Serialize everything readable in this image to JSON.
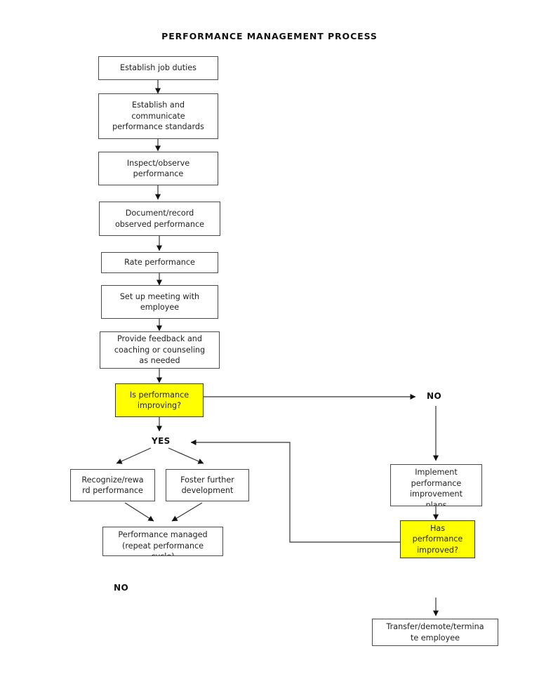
{
  "diagram": {
    "title": "PERFORMANCE MANAGEMENT PROCESS",
    "type": "flowchart",
    "colors": {
      "decision_fill": "#FFFF00",
      "process_fill": "#FFFFFF",
      "border": "#4A4A4A",
      "text": "#222222",
      "connector": "#333333"
    },
    "nodes": [
      {
        "id": "n1",
        "label": "Establish job duties",
        "shape": "process"
      },
      {
        "id": "n2",
        "label": "Establish and\ncommunicate\nperformance standards",
        "shape": "process"
      },
      {
        "id": "n3",
        "label": "Inspect/observe\nperformance",
        "shape": "process"
      },
      {
        "id": "n4",
        "label": "Document/record\nobserved performance",
        "shape": "process"
      },
      {
        "id": "n5",
        "label": "Rate performance",
        "shape": "process"
      },
      {
        "id": "n6",
        "label": "Set up meeting with\nemployee",
        "shape": "process"
      },
      {
        "id": "n7",
        "label": "Provide feedback and\ncoaching or counseling\nas needed",
        "shape": "process"
      },
      {
        "id": "n8",
        "label": "Is performance\nimproving?",
        "shape": "decision"
      },
      {
        "id": "n9",
        "label": "Recognize/rewa\nrd performance",
        "shape": "process"
      },
      {
        "id": "n10",
        "label": "Foster further\ndevelopment",
        "shape": "process"
      },
      {
        "id": "n11",
        "label": "Performance managed\n(repeat performance\ncycle)",
        "shape": "process"
      },
      {
        "id": "n12",
        "label": "Implement\nperformance\nimprovement\nplans",
        "shape": "process"
      },
      {
        "id": "n13",
        "label": "Has\nperformance\nimproved?",
        "shape": "decision"
      },
      {
        "id": "n14",
        "label": "Transfer/demote/termina\nte employee",
        "shape": "process"
      }
    ],
    "branch_labels": [
      {
        "id": "b1",
        "label": "NO",
        "at": "right-of-is-performance-improving"
      },
      {
        "id": "b2",
        "label": "YES",
        "at": "below-is-performance-improving"
      },
      {
        "id": "b3",
        "label": "NO",
        "at": "lower-left-area"
      }
    ],
    "edges": [
      {
        "from": "n1",
        "to": "n2",
        "label": ""
      },
      {
        "from": "n2",
        "to": "n3",
        "label": ""
      },
      {
        "from": "n3",
        "to": "n4",
        "label": ""
      },
      {
        "from": "n4",
        "to": "n5",
        "label": ""
      },
      {
        "from": "n5",
        "to": "n6",
        "label": ""
      },
      {
        "from": "n6",
        "to": "n7",
        "label": ""
      },
      {
        "from": "n7",
        "to": "n8",
        "label": ""
      },
      {
        "from": "n8",
        "to": "b1",
        "label": "NO"
      },
      {
        "from": "n8",
        "to": "b2",
        "label": "YES"
      },
      {
        "from": "b2",
        "to": "n9",
        "label": ""
      },
      {
        "from": "b2",
        "to": "n10",
        "label": ""
      },
      {
        "from": "n9",
        "to": "n11",
        "label": ""
      },
      {
        "from": "n10",
        "to": "n11",
        "label": ""
      },
      {
        "from": "b1",
        "to": "n12",
        "label": ""
      },
      {
        "from": "n12",
        "to": "n13",
        "label": ""
      },
      {
        "from": "n13",
        "to": "b2",
        "label": ""
      },
      {
        "from": "n13",
        "to": "n14",
        "label": ""
      }
    ]
  }
}
